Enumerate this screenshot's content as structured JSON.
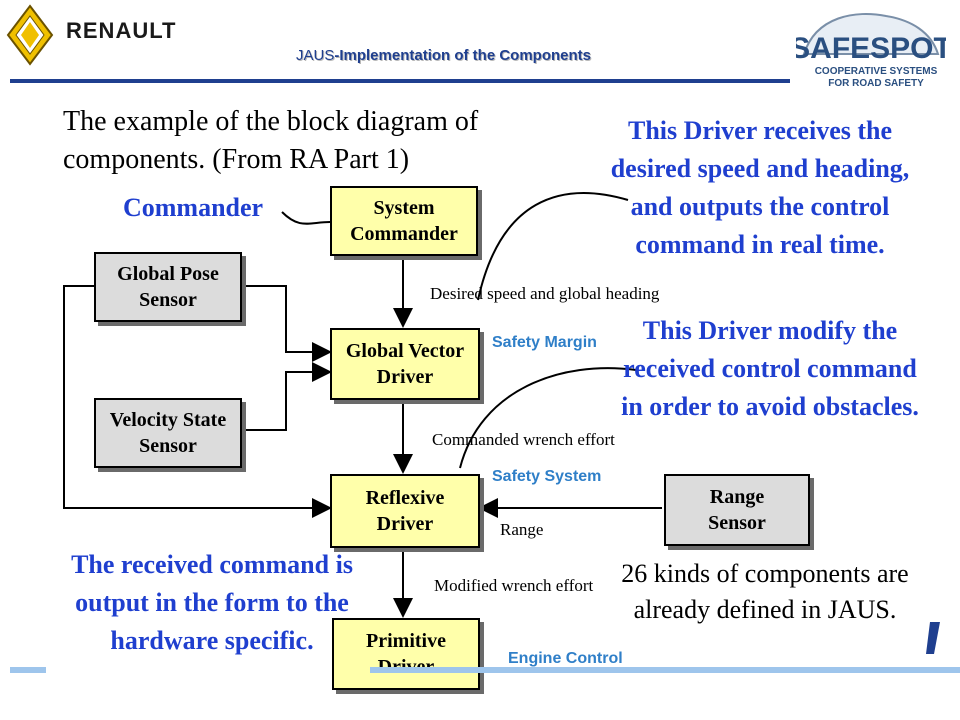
{
  "header": {
    "brand": "RENAULT",
    "title_prefix": "JAUS",
    "title_rest": "-Implementation of the Components",
    "partner_logo_text": "SAFESPOT",
    "partner_tagline_1": "COOPERATIVE SYSTEMS",
    "partner_tagline_2": "FOR ROAD SAFETY"
  },
  "intro": {
    "line1": "The example of the block diagram of",
    "line2": "components. (From RA Part 1)"
  },
  "labels": {
    "commander": "Commander",
    "safety_margin": "Safety Margin",
    "safety_system": "Safety System",
    "engine_control": "Engine Control"
  },
  "blocks": {
    "system_commander": [
      "System",
      "Commander"
    ],
    "global_pose_sensor": [
      "Global Pose",
      "Sensor"
    ],
    "global_vector_driver": [
      "Global Vector",
      "Driver"
    ],
    "velocity_state_sensor": [
      "Velocity State",
      "Sensor"
    ],
    "reflexive_driver": [
      "Reflexive",
      "Driver"
    ],
    "range_sensor": [
      "Range",
      "Sensor"
    ],
    "primitive_driver": [
      "Primitive",
      "Driver"
    ]
  },
  "connections": {
    "desired_speed": "Desired speed and global heading",
    "commanded_wrench": "Commanded wrench effort",
    "range": "Range",
    "modified_wrench": "Modified wrench effort"
  },
  "notes": {
    "driver_receives": "This Driver receives the desired speed and heading, and outputs the control command in real time.",
    "driver_modify": "This Driver modify the received control command in order to avoid obstacles.",
    "received_command": "The received command is output in the form to the hardware specific.",
    "kinds": "26 kinds of components are already defined in JAUS."
  },
  "colors": {
    "accent_blue": "#1f3fcf",
    "label_blue": "#2f7fc8",
    "driver_fill": "#ffffaa",
    "sensor_fill": "#dcdcdc"
  }
}
